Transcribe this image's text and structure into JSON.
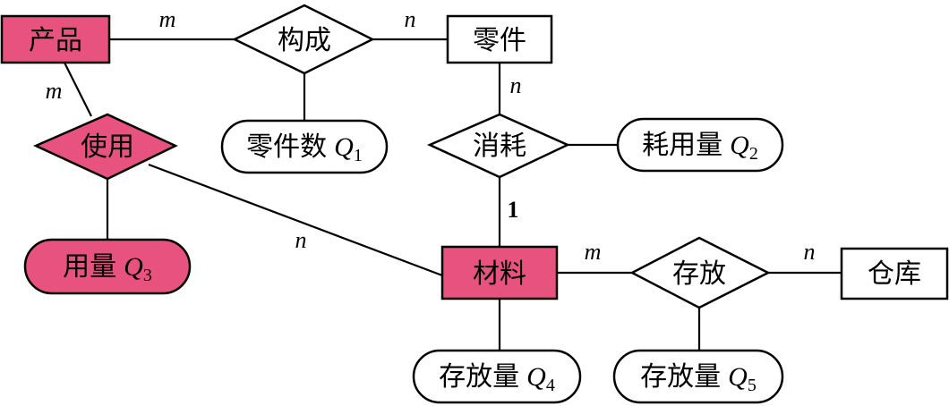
{
  "colors": {
    "highlight": "#e8527e",
    "plain": "#ffffff",
    "stroke": "#000000"
  },
  "entities": {
    "product": "产品",
    "part": "零件",
    "material": "材料",
    "warehouse": "仓库"
  },
  "relationships": {
    "compose": "构成",
    "consume": "消耗",
    "use": "使用",
    "store": "存放"
  },
  "attributes": {
    "part_count": {
      "text": "零件数",
      "q": "Q",
      "sub": "1"
    },
    "consumption": {
      "text": "耗用量",
      "q": "Q",
      "sub": "2"
    },
    "usage": {
      "text": "用量",
      "q": "Q",
      "sub": "3"
    },
    "storage_qty_a": {
      "text": "存放量",
      "q": "Q",
      "sub": "4"
    },
    "storage_qty_b": {
      "text": "存放量",
      "q": "Q",
      "sub": "5"
    }
  },
  "cardinalities": {
    "product_compose": "m",
    "compose_part": "n",
    "product_use": "m",
    "part_consume": "n",
    "consume_material": "1",
    "use_material": "n",
    "material_store": "m",
    "store_warehouse": "n"
  }
}
